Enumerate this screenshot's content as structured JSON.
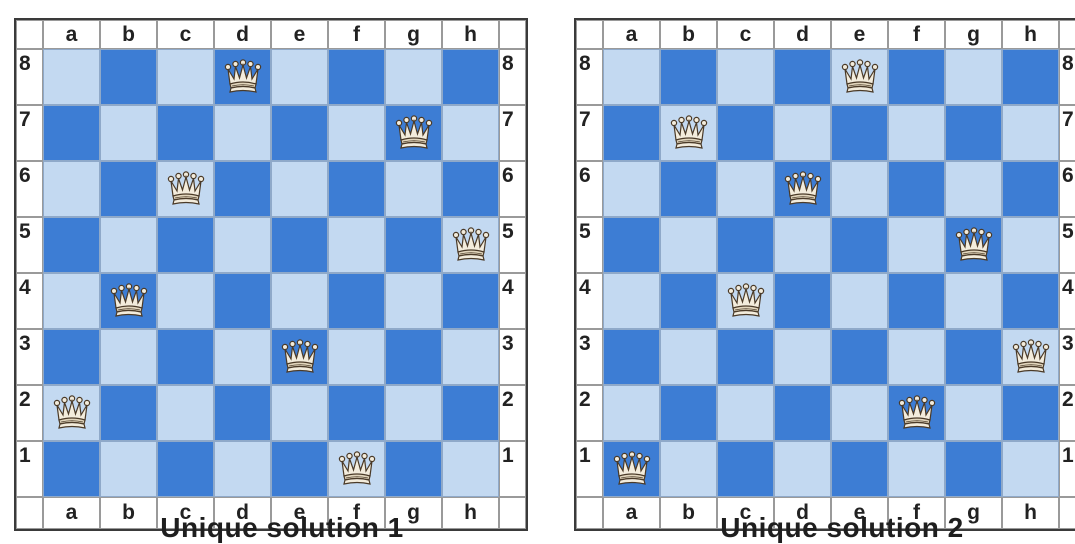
{
  "files": [
    "a",
    "b",
    "c",
    "d",
    "e",
    "f",
    "g",
    "h"
  ],
  "ranks": [
    "8",
    "7",
    "6",
    "5",
    "4",
    "3",
    "2",
    "1"
  ],
  "colors": {
    "light_square": "#c3d9f1",
    "dark_square": "#3d7dd4"
  },
  "piece_icon": "queen-icon",
  "boards": [
    {
      "caption": "Unique solution 1",
      "queens": [
        {
          "file": "a",
          "rank": "2"
        },
        {
          "file": "b",
          "rank": "4"
        },
        {
          "file": "c",
          "rank": "6"
        },
        {
          "file": "d",
          "rank": "8"
        },
        {
          "file": "e",
          "rank": "3"
        },
        {
          "file": "f",
          "rank": "1"
        },
        {
          "file": "g",
          "rank": "7"
        },
        {
          "file": "h",
          "rank": "5"
        }
      ]
    },
    {
      "caption": "Unique solution 2",
      "queens": [
        {
          "file": "a",
          "rank": "1"
        },
        {
          "file": "b",
          "rank": "7"
        },
        {
          "file": "c",
          "rank": "4"
        },
        {
          "file": "d",
          "rank": "6"
        },
        {
          "file": "e",
          "rank": "8"
        },
        {
          "file": "f",
          "rank": "2"
        },
        {
          "file": "g",
          "rank": "5"
        },
        {
          "file": "h",
          "rank": "3"
        }
      ]
    }
  ]
}
